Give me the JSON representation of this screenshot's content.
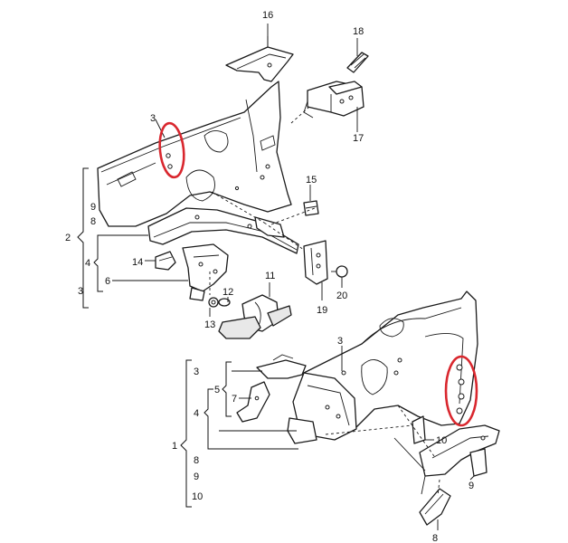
{
  "diagram": {
    "highlight_color": "#d9272e",
    "labels": {
      "n16": "16",
      "n18": "18",
      "n17": "17",
      "n3_top": "3",
      "n15": "15",
      "n9_left": "9",
      "n8_left": "8",
      "n2": "2",
      "n4_top": "4",
      "n14": "14",
      "n6": "6",
      "n3_brace_top": "3",
      "n11": "11",
      "n12": "12",
      "n13": "13",
      "n19": "19",
      "n20": "20",
      "n3_bottom": "3",
      "n3_brace_bottom": "3",
      "n5": "5",
      "n7": "7",
      "n4_bottom": "4",
      "n1": "1",
      "n8_brace_bottom": "8",
      "n9_brace_bottom": "9",
      "n10_brace_bottom": "10",
      "n10": "10",
      "n9_right": "9",
      "n8_bottom": "8"
    }
  }
}
